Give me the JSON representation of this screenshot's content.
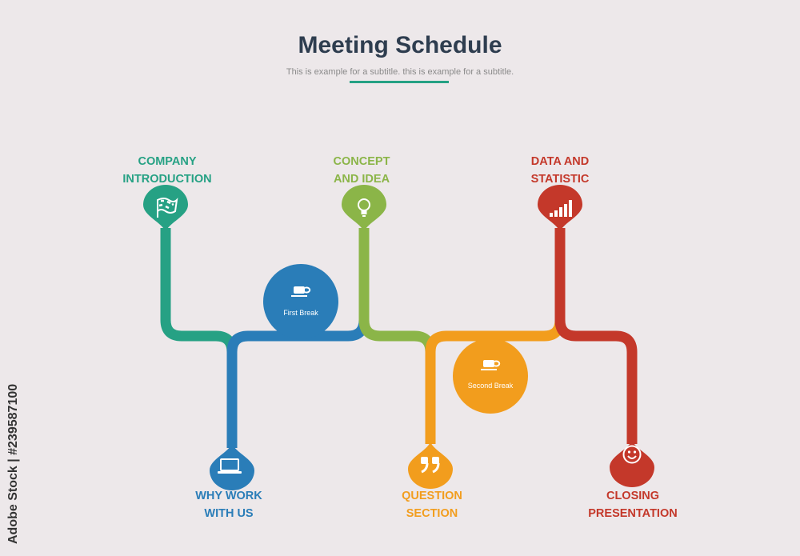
{
  "header": {
    "title": "Meeting Schedule",
    "subtitle": "This is example for a subtitle. this is example for a subtitle."
  },
  "steps": [
    {
      "line1": "COMPANY",
      "line2": "INTRODUCTION",
      "icon": "flag-icon",
      "color": "#26a184"
    },
    {
      "line1": "WHY WORK",
      "line2": "WITH US",
      "icon": "laptop-icon",
      "color": "#2a7db8"
    },
    {
      "line1": "CONCEPT",
      "line2": "AND IDEA",
      "icon": "lightbulb-icon",
      "color": "#8bb548"
    },
    {
      "line1": "QUESTION",
      "line2": "SECTION",
      "icon": "quote-icon",
      "color": "#f29d1d"
    },
    {
      "line1": "DATA AND",
      "line2": "STATISTIC",
      "icon": "bar-chart-icon",
      "color": "#c4382a"
    },
    {
      "line1": "CLOSING",
      "line2": "PRESENTATION",
      "icon": "smiley-icon",
      "color": "#c4382a"
    }
  ],
  "breaks": [
    {
      "label": "First Break",
      "icon": "coffee-cup-icon",
      "color": "#2a7db8"
    },
    {
      "label": "Second Break",
      "icon": "coffee-cup-icon",
      "color": "#f29d1d"
    }
  ],
  "watermark": "Adobe Stock | #239587100"
}
